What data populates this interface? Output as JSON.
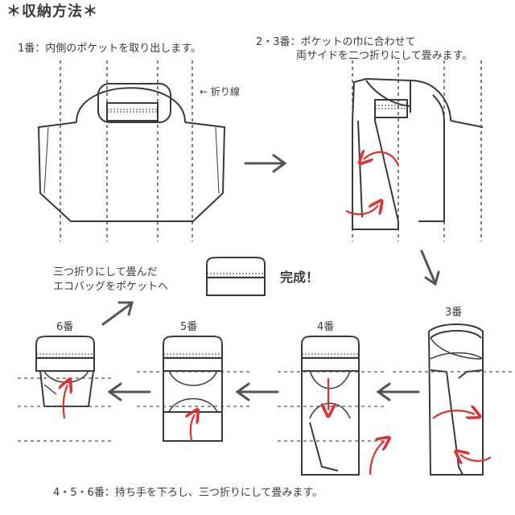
{
  "title": "＊収納方法＊",
  "steps": {
    "step1": "1番：内側のポケットを取り出します。",
    "step23_line1": "2・3番：ポケットの巾に合わせて",
    "step23_line2": "両サイドを二つ折りにして畳みます。",
    "fold_line": "← 折り線",
    "step3": "3番",
    "step4": "4番",
    "step5": "5番",
    "step6": "6番",
    "pocket_note_line1": "三つ折りにして畳んだ",
    "pocket_note_line2": "エコバッグをポケットへ",
    "complete": "完成！",
    "bottom_caption": "4・5・6番：持ち手を下ろし、三つ折りにして畳みます。"
  },
  "colors": {
    "line": "#3a3a3a",
    "arrow_red": "#e03030",
    "dash": "#555555"
  },
  "icons": [
    "right-arrow-icon",
    "down-right-arrow-icon",
    "left-arrow-icon",
    "up-right-arrow-icon",
    "red-curved-arrow-icon"
  ]
}
